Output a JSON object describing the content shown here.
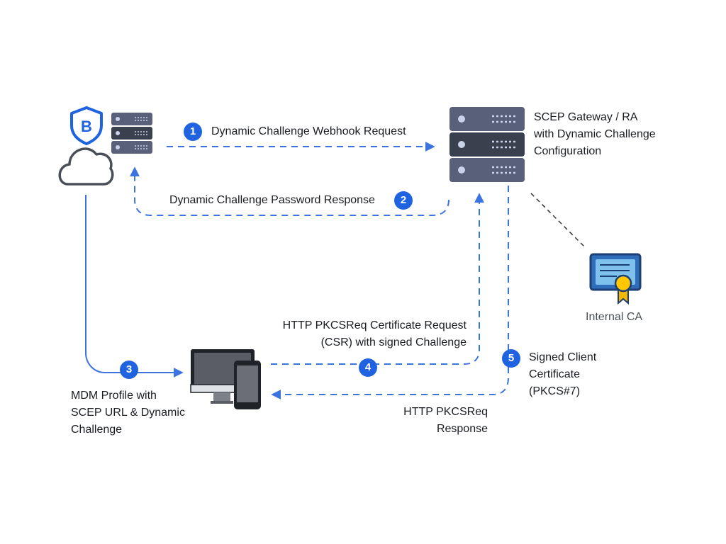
{
  "provider": {
    "logo_letter": "B"
  },
  "steps": [
    {
      "number": "1",
      "label": "Dynamic Challenge Webhook Request"
    },
    {
      "number": "2",
      "label": "Dynamic Challenge Password Response"
    },
    {
      "number": "3",
      "label_lines": [
        "MDM Profile with",
        "SCEP URL & Dynamic",
        "Challenge"
      ]
    },
    {
      "number": "4",
      "label_lines": [
        "HTTP PKCSReq Certificate Request",
        "(CSR) with signed Challenge"
      ]
    },
    {
      "number": "5",
      "label_lines": [
        "Signed Client",
        "Certificate",
        "(PKCS#7)"
      ]
    }
  ],
  "gateway": {
    "label_lines": [
      "SCEP Gateway / RA",
      "with Dynamic Challenge",
      "Configuration"
    ]
  },
  "ca": {
    "label": "Internal CA"
  },
  "response": {
    "label_lines": [
      "HTTP PKCSReq",
      "Response"
    ]
  },
  "colors": {
    "accent": "#1f63e0",
    "dashed": "#3b73e0",
    "server": "#58607a",
    "server_dark": "#39414f"
  }
}
